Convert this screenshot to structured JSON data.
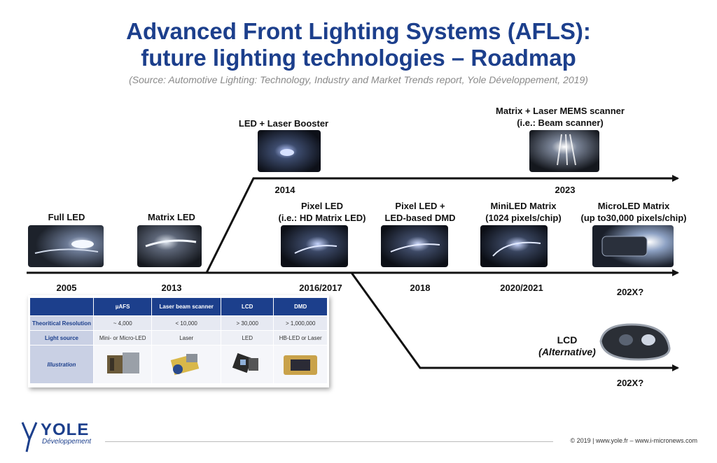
{
  "header": {
    "title_line1": "Advanced Front Lighting Systems (AFLS):",
    "title_line2": "future lighting technologies – Roadmap",
    "source": "(Source: Automotive Lighting: Technology, Industry and Market Trends report, Yole Développement, 2019)"
  },
  "milestones": {
    "full_led": {
      "label": "Full LED",
      "year": "2005"
    },
    "matrix_led": {
      "label": "Matrix LED",
      "year": "2013"
    },
    "laser_booster": {
      "label": "LED + Laser Booster",
      "year": "2014"
    },
    "pixel_led": {
      "label_line1": "Pixel LED",
      "label_line2": "(i.e.: HD Matrix LED)",
      "year": "2016/2017"
    },
    "pixel_dmd": {
      "label_line1": "Pixel LED +",
      "label_line2": "LED-based DMD",
      "year": "2018"
    },
    "miniled": {
      "label_line1": "MiniLED Matrix",
      "label_line2": "(1024 pixels/chip)",
      "year": "2020/2021"
    },
    "microled": {
      "label_line1": "MicroLED Matrix",
      "label_line2": "(up to30,000 pixels/chip)",
      "year": "202X?"
    },
    "mems": {
      "label_line1": "Matrix + Laser MEMS scanner",
      "label_line2": "(i.e.: Beam scanner)",
      "year": "2023"
    },
    "lcd": {
      "label_line1": "LCD",
      "label_line2": "(Alternative)",
      "year": "202X?"
    }
  },
  "table": {
    "headers": [
      "",
      "µAFS",
      "Laser beam scanner",
      "LCD",
      "DMD"
    ],
    "rows": [
      {
        "label": "Theoritical Resolution",
        "values": [
          "~ 4,000",
          "< 10,000",
          "> 30,000",
          "> 1,000,000"
        ]
      },
      {
        "label": "Light source",
        "values": [
          "Mini- or Micro-LED",
          "Laser",
          "LED",
          "HB-LED or Laser"
        ]
      },
      {
        "label": "Illustration",
        "values": [
          "",
          "",
          "",
          ""
        ]
      }
    ]
  },
  "branding": {
    "logo": "YOLE",
    "logo_sub": "Développement",
    "footer": "© 2019 | www.yole.fr – www.i-micronews.com"
  },
  "colors": {
    "brand": "#1c3f8c",
    "timeline": "#111111"
  }
}
